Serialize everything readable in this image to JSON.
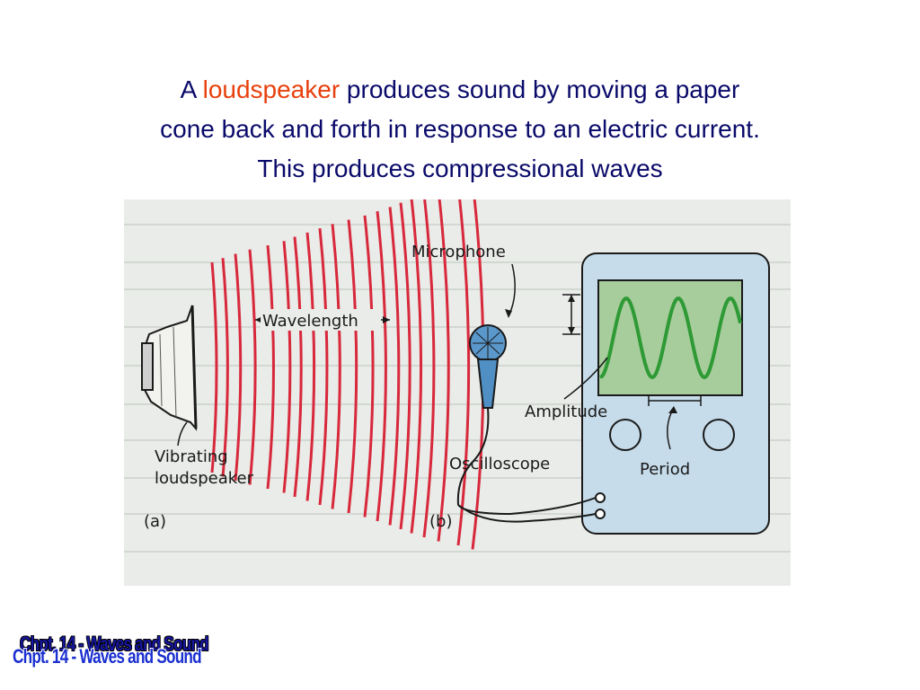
{
  "slide": {
    "title_lines": {
      "line1_pre": "A ",
      "line1_highlight": "loudspeaker",
      "line1_post": " produces sound by moving a paper",
      "line2": "cone back and forth in response to an electric current.",
      "line3": "This produces compressional waves"
    },
    "highlight_color": "#e8400c",
    "title_color": "#0a0a6a"
  },
  "figure": {
    "labels": {
      "microphone": "Microphone",
      "wavelength": "Wavelength",
      "amplitude": "Amplitude",
      "vibrating": "Vibrating",
      "loudspeaker": "loudspeaker",
      "oscilloscope": "Oscilloscope",
      "period": "Period",
      "part_a": "(a)",
      "part_b": "(b)"
    },
    "colors": {
      "wave": "#d8283c",
      "screen": "#a8cd9c",
      "trace": "#2e9a35",
      "scope_body": "#c6dcea",
      "mic": "#4f8fc3"
    }
  },
  "footer": {
    "text": "Chpt. 14 - Waves and Sound"
  }
}
